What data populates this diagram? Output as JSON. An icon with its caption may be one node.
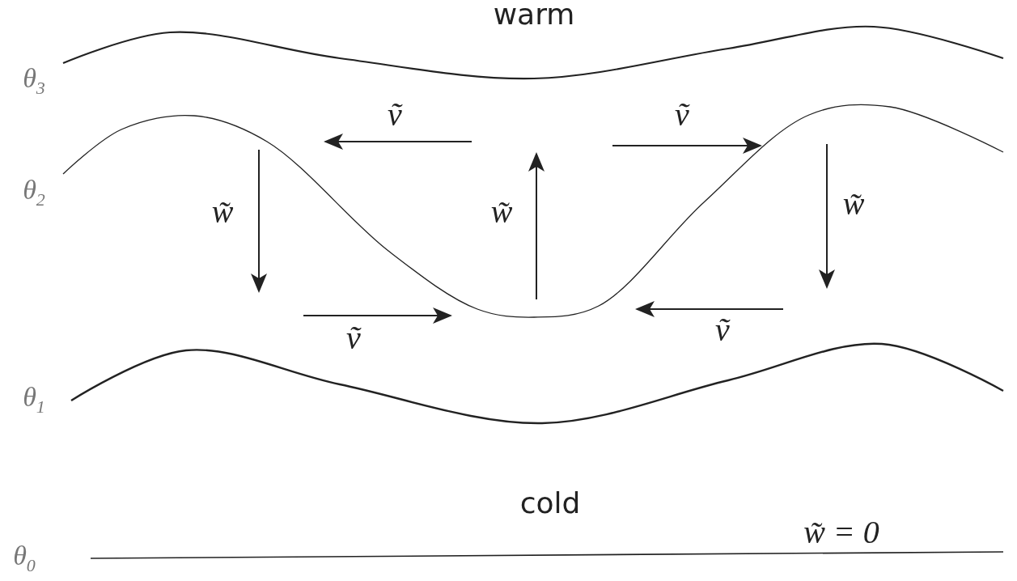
{
  "diagram": {
    "labels": [
      "warm",
      "θ$_{3}$",
      "ṽ",
      "ṽ",
      "θ$_{2}$",
      "w̃",
      "w̃",
      "w̃",
      "ṽ",
      "ṽ",
      "θ$_{1}$",
      "cold",
      "w̃ = 0",
      "θ$_{0}$"
    ]
  }
}
